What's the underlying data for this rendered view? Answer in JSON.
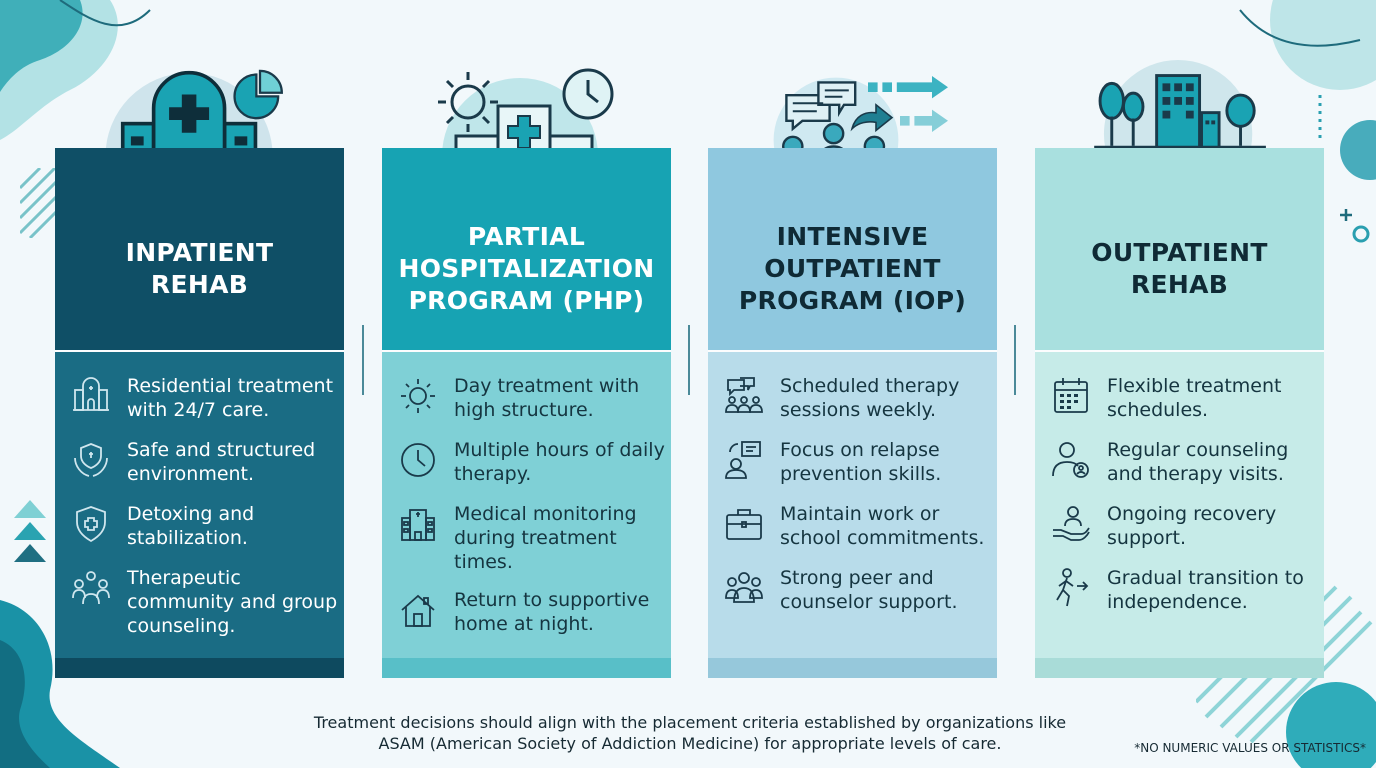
{
  "colors": {
    "background": "#f2f8fb",
    "dark_teal": "#0f4f66",
    "teal": "#17a3b3",
    "light_blue": "#8fc8df",
    "mint": "#b6e4e2",
    "icon_stroke": "#1a3a4a"
  },
  "columns": [
    {
      "title": "INPATIENT REHAB",
      "hero_icon": "hospital-icon",
      "items": [
        {
          "icon": "hospital-building-icon",
          "text": "Residential treatment with 24/7 care."
        },
        {
          "icon": "hands-shield-icon",
          "text": "Safe and structured environment."
        },
        {
          "icon": "medical-shield-icon",
          "text": "Detoxing and stabilization."
        },
        {
          "icon": "group-people-icon",
          "text": "Therapeutic community and group counseling."
        }
      ]
    },
    {
      "title": "PARTIAL HOSPITALIZATION PROGRAM (PHP)",
      "hero_icon": "hospital-sun-clock-icon",
      "items": [
        {
          "icon": "sun-icon",
          "text": "Day treatment with high structure."
        },
        {
          "icon": "clock-icon",
          "text": "Multiple hours of daily therapy."
        },
        {
          "icon": "medical-building-icon",
          "text": "Medical monitoring during treatment times."
        },
        {
          "icon": "home-icon",
          "text": "Return to supportive home at night."
        }
      ]
    },
    {
      "title": "INTENSIVE OUTPATIENT PROGRAM (IOP)",
      "hero_icon": "group-chat-arrows-icon",
      "items": [
        {
          "icon": "chat-group-icon",
          "text": "Scheduled therapy sessions weekly."
        },
        {
          "icon": "person-chat-icon",
          "text": "Focus on relapse prevention skills."
        },
        {
          "icon": "briefcase-icon",
          "text": "Maintain work or school commitments."
        },
        {
          "icon": "peer-group-icon",
          "text": "Strong peer and counselor support."
        }
      ]
    },
    {
      "title": "OUTPATIENT REHAB",
      "hero_icon": "city-road-icon",
      "items": [
        {
          "icon": "calendar-icon",
          "text": "Flexible treatment schedules."
        },
        {
          "icon": "counselor-icon",
          "text": "Regular counseling and therapy visits."
        },
        {
          "icon": "hand-support-icon",
          "text": "Ongoing recovery support."
        },
        {
          "icon": "walking-person-icon",
          "text": "Gradual transition to independence."
        }
      ]
    }
  ],
  "footer": {
    "note_line1": "Treatment decisions should align with the placement criteria established by organizations like",
    "note_line2": "ASAM (American Society of Addiction Medicine) for appropriate levels of care.",
    "footnote": "*NO NUMERIC VALUES OR STATISTICS*"
  }
}
